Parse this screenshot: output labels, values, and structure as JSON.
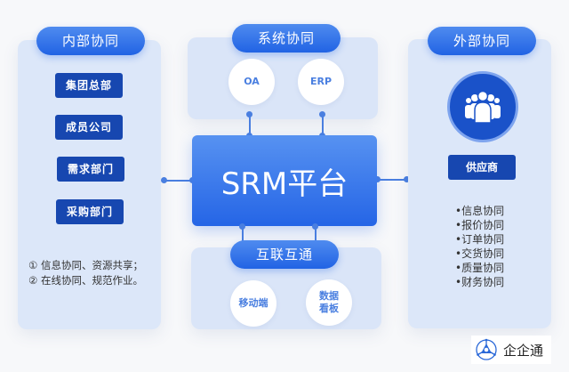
{
  "internal": {
    "title": "内部协同",
    "departments": [
      "集团总部",
      "成员公司",
      "需求部门",
      "采购部门"
    ],
    "notes": [
      "① 信息协同、资源共享；",
      "② 在线协同、规范作业。"
    ]
  },
  "system": {
    "title": "系统协同",
    "items": [
      "OA",
      "ERP"
    ]
  },
  "platform": {
    "title": "SRM平台"
  },
  "interconnect": {
    "title": "互联互通",
    "items": [
      "移动端",
      "数据看板"
    ],
    "item_lines": [
      [
        "移动端"
      ],
      [
        "数据",
        "看板"
      ]
    ]
  },
  "external": {
    "title": "外部协同",
    "icon": "users-group-icon",
    "supplier_label": "供应商",
    "items": [
      "•信息协同",
      "•报价协同",
      "•订单协同",
      "•交货协同",
      "•质量协同",
      "•财务协同"
    ]
  },
  "brand": {
    "logo_icon": "qiqitong-logo-icon",
    "name": "企企通"
  },
  "colors": {
    "accent": "#2565e6",
    "dark_button": "#1747b0",
    "panel": "#dce7f9",
    "connector": "#4a7fe0"
  }
}
